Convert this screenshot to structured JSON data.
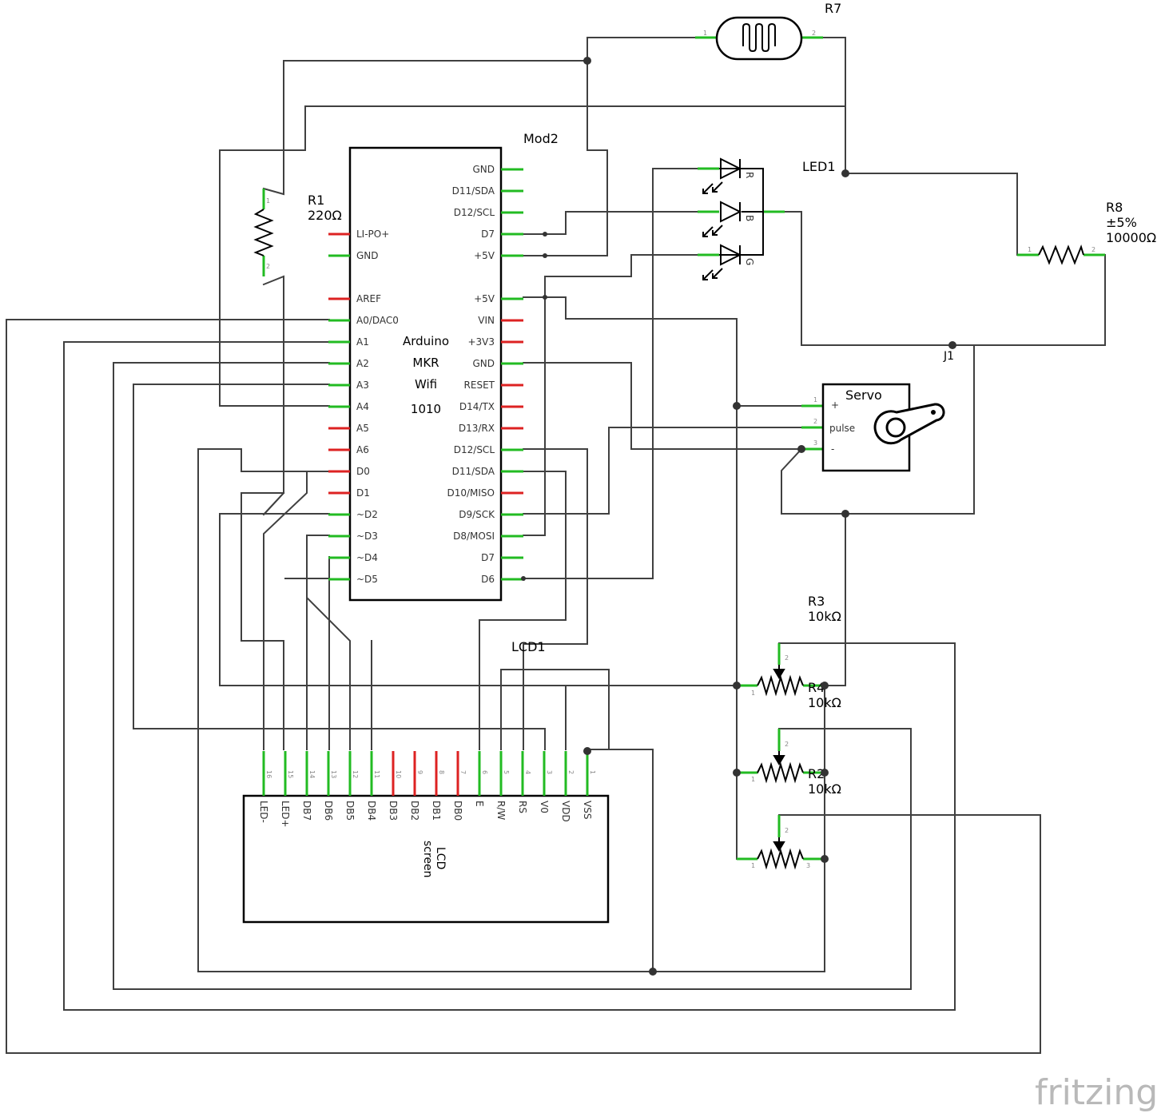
{
  "labels": {
    "r7": "R7",
    "mod2": "Mod2",
    "led1": "LED1",
    "r1_name": "R1",
    "r1_value": "220Ω",
    "r8_name": "R8",
    "r8_tol": "±5%",
    "r8_value": "10000Ω",
    "j1": "J1",
    "servo": "Servo",
    "servo_plus": "+",
    "servo_pulse": "pulse",
    "servo_minus": "-",
    "r3_name": "R3",
    "r3_value": "10kΩ",
    "r4_name": "R4",
    "r4_value": "10kΩ",
    "r2_name": "R2",
    "r2_value": "10kΩ",
    "lcd1": "LCD1",
    "lcd_line1": "LCD",
    "lcd_line2": "screen",
    "arduino": [
      "Arduino",
      "MKR",
      "Wifi",
      "1010"
    ],
    "led_r": "R",
    "led_b": "B",
    "led_g": "G",
    "brand": "fritzing"
  },
  "arduino_left_pins": [
    "LI-PO+",
    "GND",
    "AREF",
    "A0/DAC0",
    "A1",
    "A2",
    "A3",
    "A4",
    "A5",
    "A6",
    "D0",
    "D1",
    "~D2",
    "~D3",
    "~D4",
    "~D5"
  ],
  "arduino_right_pins": [
    "GND",
    "D11/SDA",
    "D12/SCL",
    "D7",
    "+5V",
    "+5V",
    "VIN",
    "+3V3",
    "GND",
    "RESET",
    "D14/TX",
    "D13/RX",
    "D12/SCL",
    "D11/SDA",
    "D10/MISO",
    "D9/SCK",
    "D8/MOSI",
    "D7",
    "D6"
  ],
  "lcd_pins": [
    {
      "num": "16",
      "name": "LED-"
    },
    {
      "num": "15",
      "name": "LED+"
    },
    {
      "num": "14",
      "name": "DB7"
    },
    {
      "num": "13",
      "name": "DB6"
    },
    {
      "num": "12",
      "name": "DB5"
    },
    {
      "num": "11",
      "name": "DB4"
    },
    {
      "num": "10",
      "name": "DB3"
    },
    {
      "num": "9",
      "name": "DB2"
    },
    {
      "num": "8",
      "name": "DB1"
    },
    {
      "num": "7",
      "name": "DB0"
    },
    {
      "num": "6",
      "name": "E"
    },
    {
      "num": "5",
      "name": "R/W"
    },
    {
      "num": "4",
      "name": "RS"
    },
    {
      "num": "3",
      "name": "V0"
    },
    {
      "num": "2",
      "name": "VDD"
    },
    {
      "num": "1",
      "name": "VSS"
    }
  ],
  "pin_numbers": {
    "one": "1",
    "two": "2",
    "three": "3"
  },
  "colors": {
    "wire": "#404040",
    "pin_connected": "#22bb22",
    "pin_unconnected": "#dd2222",
    "brand": "#b9b9b9"
  }
}
